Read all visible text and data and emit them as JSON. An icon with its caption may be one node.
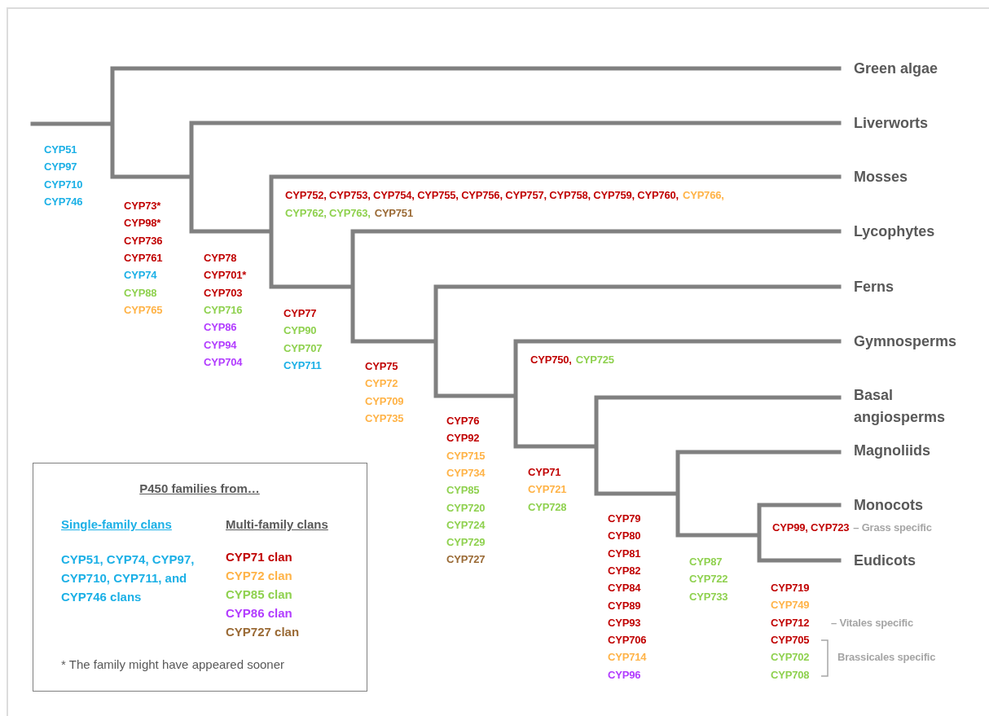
{
  "diagram": {
    "nodes": [
      {
        "text": [
          "P450 families from…",
          "Single-family clans",
          "Multi-family clans",
          "* The family might have appeared sooner"
        ]
      }
    ],
    "labels": [
      "Green algae",
      "Liverworts",
      "Mosses",
      "Lycophytes",
      "Ferns",
      "Gymnosperms",
      "Basal angiosperms",
      "Magnoliids",
      "Monocots",
      "Eudicots",
      "CYP51",
      "CYP97",
      "CYP710",
      "CYP746",
      "CYP73*",
      "CYP98*",
      "CYP736",
      "CYP761",
      "CYP74",
      "CYP88",
      "CYP765",
      "CYP78",
      "CYP701*",
      "CYP703",
      "CYP716",
      "CYP86",
      "CYP94",
      "CYP704",
      "CYP752, CYP753, CYP754, CYP755, CYP756, CYP757, CYP758, CYP759, CYP760,",
      "CYP766,",
      "CYP762, CYP763,",
      "CYP751",
      "CYP77",
      "CYP90",
      "CYP707",
      "CYP711",
      "CYP75",
      "CYP72",
      "CYP709",
      "CYP735",
      "CYP750,",
      "CYP725",
      "CYP76",
      "CYP92",
      "CYP715",
      "CYP734",
      "CYP85",
      "CYP720",
      "CYP724",
      "CYP729",
      "CYP727",
      "CYP71",
      "CYP721",
      "CYP728",
      "CYP99, CYP723",
      "– Grass specific",
      "CYP79",
      "CYP80",
      "CYP81",
      "CYP82",
      "CYP84",
      "CYP89",
      "CYP93",
      "CYP706",
      "CYP714",
      "CYP96",
      "CYP87",
      "CYP722",
      "CYP733",
      "CYP719",
      "CYP749",
      "CYP712",
      "– Vitales specific",
      "CYP705",
      "CYP702",
      "CYP708",
      "Brassicales specific"
    ],
    "legend": [
      {
        "text": "CYP51, CYP74, CYP97, CYP710, CYP711, and CYP746 clans",
        "color": "#1cb0e6"
      },
      {
        "text": "CYP71 clan",
        "color": "#c00000"
      },
      {
        "text": "CYP72 clan",
        "color": "#ffb347"
      },
      {
        "text": "CYP85 clan",
        "color": "#8fd14f"
      },
      {
        "text": "CYP86 clan",
        "color": "#b23cff"
      },
      {
        "text": "CYP727 clan",
        "color": "#9a6a35"
      }
    ]
  }
}
